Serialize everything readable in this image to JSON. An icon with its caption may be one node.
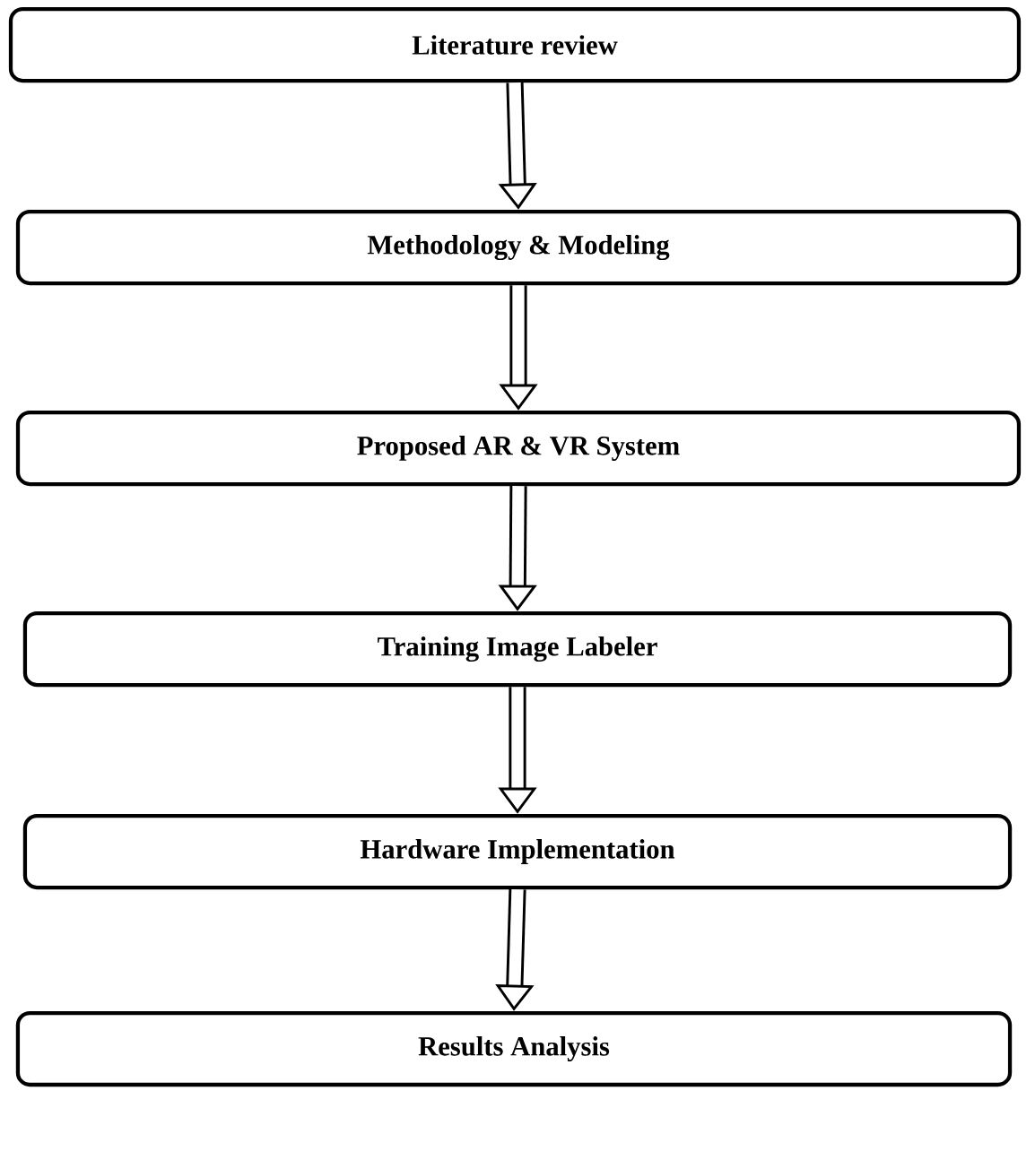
{
  "diagram": {
    "nodes": [
      {
        "text": [
          "Literature review"
        ]
      },
      {
        "text": [
          "Methodology & Modeling"
        ]
      },
      {
        "text": [
          "Proposed AR & VR System"
        ]
      },
      {
        "text": [
          "Training Image Labeler"
        ]
      },
      {
        "text": [
          "Hardware Implementation"
        ]
      },
      {
        "text": [
          "Results Analysis"
        ]
      }
    ],
    "edges": [
      {
        "from": 0,
        "to": 1,
        "arrow": "to"
      },
      {
        "from": 1,
        "to": 2,
        "arrow": "to"
      },
      {
        "from": 2,
        "to": 3,
        "arrow": "to"
      },
      {
        "from": 3,
        "to": 4,
        "arrow": "to"
      },
      {
        "from": 4,
        "to": 5,
        "arrow": "to"
      }
    ]
  }
}
